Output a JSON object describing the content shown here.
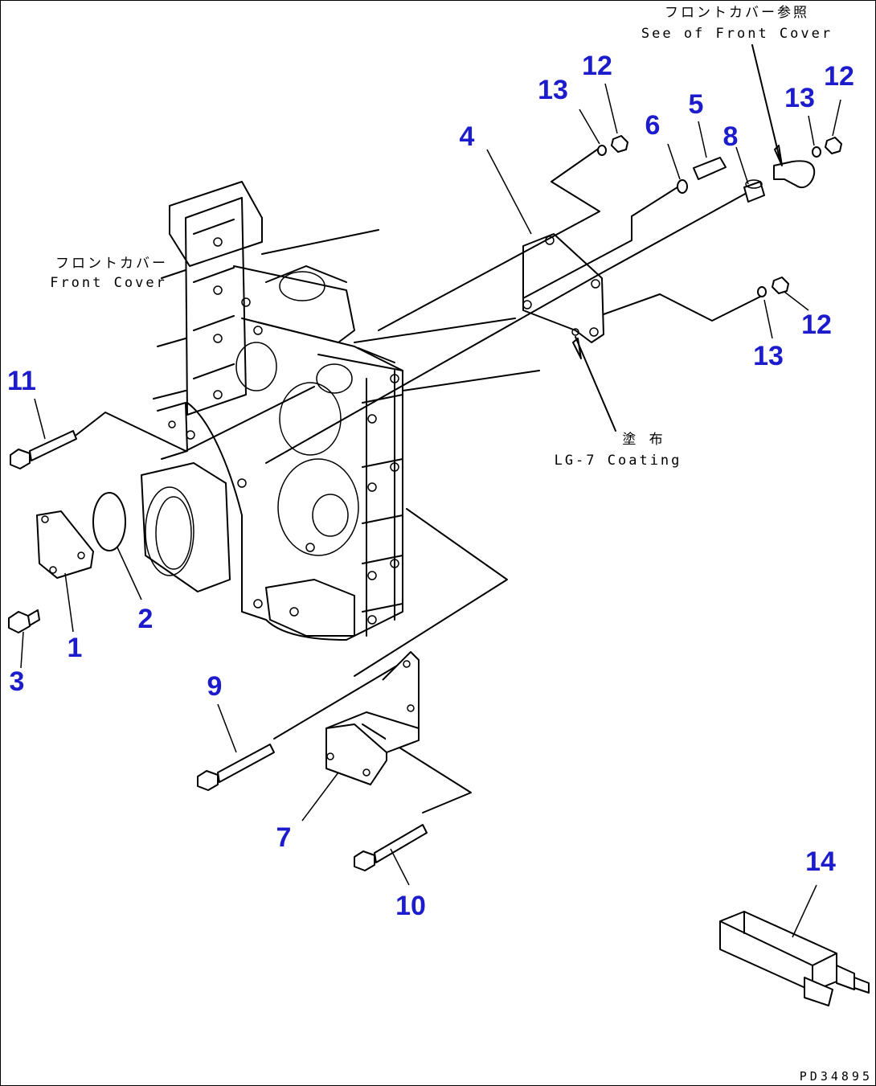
{
  "diagram": {
    "callouts": [
      "1",
      "2",
      "3",
      "4",
      "5",
      "6",
      "7",
      "8",
      "9",
      "10",
      "11",
      "12",
      "12",
      "12",
      "13",
      "13",
      "13",
      "14"
    ],
    "notes": {
      "front_cover_ref_jp": "フロントカバー参照",
      "front_cover_ref_en": "See of Front Cover",
      "front_cover_jp": "フロントカバー",
      "front_cover_en": "Front Cover",
      "coating_jp": "塗 布",
      "coating_en": "LG-7 Coating"
    },
    "drawing_code": "PD34895",
    "colors": {
      "callout": "#1c1ccc",
      "line": "#000000",
      "background": "#ffffff"
    }
  }
}
